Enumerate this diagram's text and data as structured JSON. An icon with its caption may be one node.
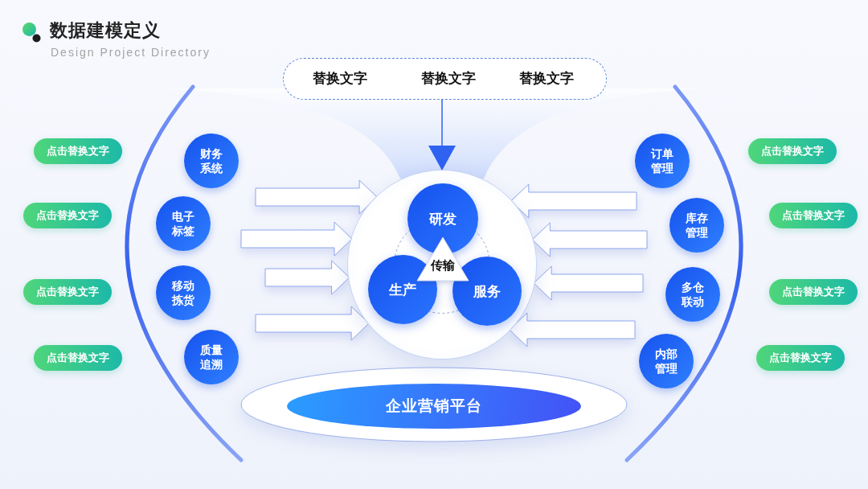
{
  "diagram": {
    "title": "数据建模定义",
    "nodes": [
      {
        "text": [
          "替换文字",
          "替换文字",
          "替换文字"
        ]
      },
      {
        "text": [
          "点击替换文字"
        ]
      },
      {
        "text": [
          "点击替换文字"
        ]
      },
      {
        "text": [
          "点击替换文字"
        ]
      },
      {
        "text": [
          "点击替换文字"
        ]
      },
      {
        "text": [
          "财务系统"
        ]
      },
      {
        "text": [
          "电子标签"
        ]
      },
      {
        "text": [
          "移动拣货"
        ]
      },
      {
        "text": [
          "质量追溯"
        ]
      },
      {
        "text": [],
        "shape": "circle"
      },
      {
        "text": [
          "研发"
        ],
        "in": 9
      },
      {
        "text": [
          "传输"
        ],
        "in": 9
      },
      {
        "text": [
          "生产"
        ],
        "in": 9
      },
      {
        "text": [
          "服务"
        ],
        "in": 9
      },
      {
        "text": [
          "订单管理"
        ]
      },
      {
        "text": [
          "库存管理"
        ]
      },
      {
        "text": [
          "多仓联动"
        ]
      },
      {
        "text": [
          "内部管理"
        ]
      },
      {
        "text": [
          "点击替换文字"
        ]
      },
      {
        "text": [
          "点击替换文字"
        ]
      },
      {
        "text": [
          "点击替换文字"
        ]
      },
      {
        "text": [
          "点击替换文字"
        ]
      },
      {
        "text": [
          "企业营销平台"
        ]
      }
    ],
    "edges": [
      {
        "from": 0,
        "to": 9,
        "arrow": "to"
      },
      {
        "from": null,
        "to": 9,
        "arrow": "to"
      },
      {
        "from": null,
        "to": 9,
        "arrow": "to"
      },
      {
        "from": null,
        "to": 9,
        "arrow": "to"
      },
      {
        "from": null,
        "to": 9,
        "arrow": "to"
      },
      {
        "from": null,
        "to": 9,
        "arrow": "to"
      },
      {
        "from": null,
        "to": 9,
        "arrow": "to"
      },
      {
        "from": null,
        "to": 9,
        "arrow": "to"
      },
      {
        "from": null,
        "to": 9,
        "arrow": "to"
      }
    ],
    "labels": [
      "Design Project Directory"
    ]
  }
}
